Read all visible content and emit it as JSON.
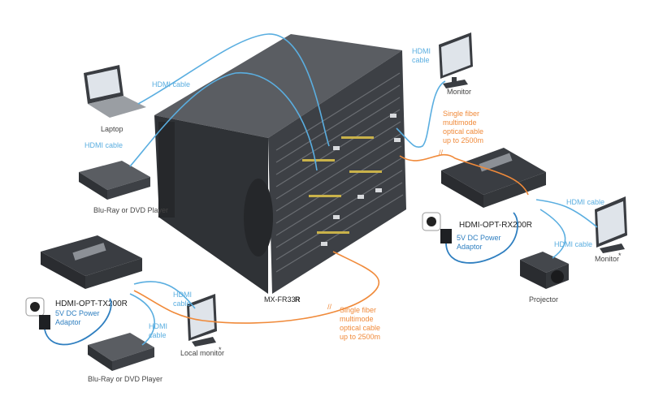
{
  "labels": {
    "laptop": "Laptop",
    "bluray_top": "Blu-Ray or DVD Player",
    "bluray_bottom": "Blu-Ray or DVD Player",
    "monitor_top": "Monitor",
    "monitor_right": "Monitor",
    "monitor_right_asterisk": "*",
    "projector": "Projector",
    "local_monitor": "Local monitor",
    "local_monitor_asterisk": "*",
    "matrix": "MX-FR33",
    "matrix_suffix": "R",
    "rx_model": "HDMI-OPT-RX200R",
    "tx_model": "HDMI-OPT-TX200R"
  },
  "cables": {
    "hdmi_laptop": "HDMI cable",
    "hdmi_bluray_top": "HDMI cable",
    "hdmi_monitor_top_1": "HDMI",
    "hdmi_monitor_top_2": "cable",
    "hdmi_rx_monitor": "HDMI cable",
    "hdmi_rx_projector": "HDMI cable",
    "hdmi_tx_local_1": "HDMI",
    "hdmi_tx_local_2": "cable",
    "hdmi_tx_bluray_1": "HDMI",
    "hdmi_tx_bluray_2": "cable",
    "fiber_top_1": "Single fiber",
    "fiber_top_2": "multimode",
    "fiber_top_3": "optical cable",
    "fiber_top_4": "up to 2500m",
    "fiber_bottom_1": "Single fiber",
    "fiber_bottom_2": "multimode",
    "fiber_bottom_3": "optical cable",
    "fiber_bottom_4": "up to 2500m",
    "power_rx_1": "5V DC Power",
    "power_rx_2": "Adaptor",
    "power_tx_1": "5V DC Power",
    "power_tx_2": "Adaptor"
  },
  "colors": {
    "hdmi": "#5aaee0",
    "fiber": "#f08a3a",
    "power": "#2f7fc0",
    "device": "#3a3d42"
  }
}
